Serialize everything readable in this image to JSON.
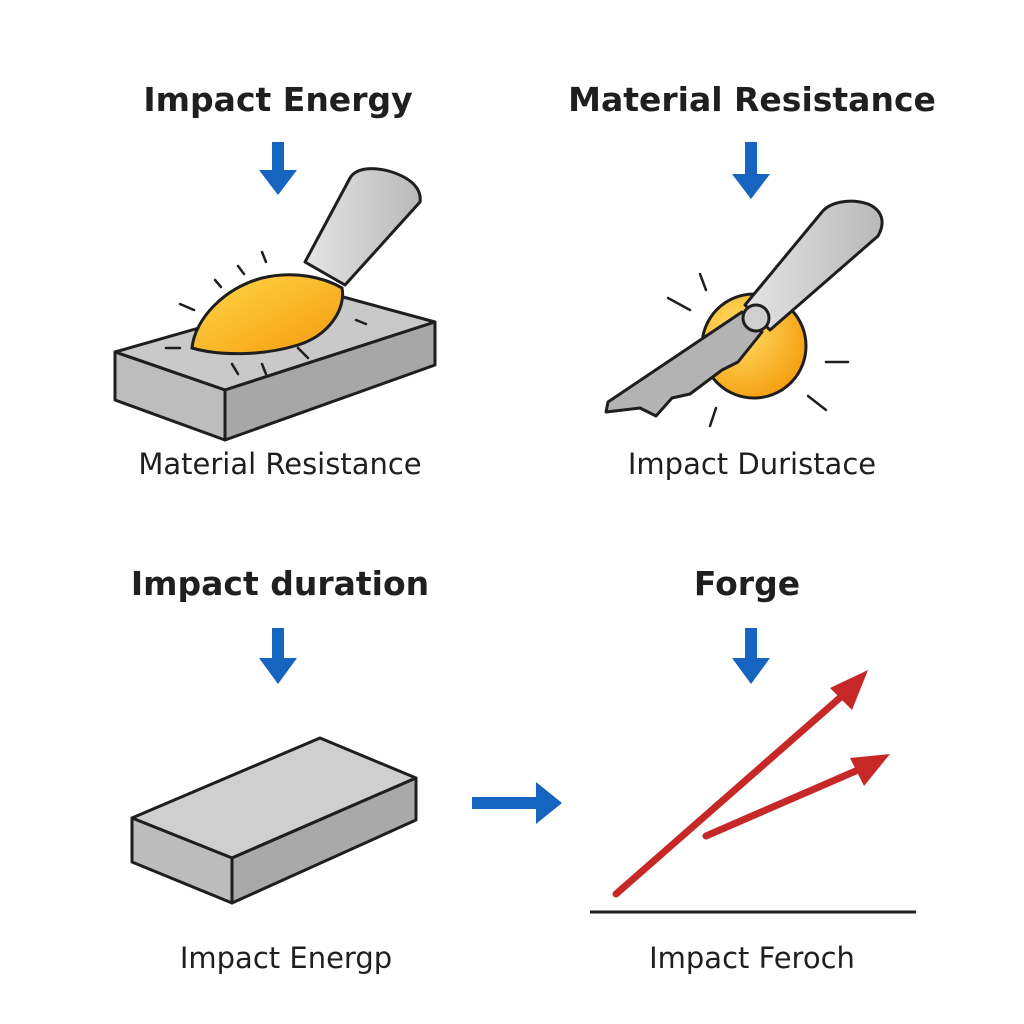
{
  "panels": [
    {
      "title": "Impact Energy",
      "caption": "Material Resistance"
    },
    {
      "title": "Material Resistance",
      "caption": "Impact Duristace"
    },
    {
      "title": "Impact duration",
      "caption": "Impact Energp"
    },
    {
      "title": "Forge",
      "caption": "Impact Feroch"
    }
  ],
  "colors": {
    "arrow_blue": "#1565c0",
    "arrow_red": "#c62828",
    "blob_yellow": "#ffc21a",
    "blob_orange": "#f59a0c",
    "block_gray": "#c6c6c6",
    "outline": "#1e1e1e"
  },
  "icons": [
    "down-arrow-icon",
    "right-arrow-icon",
    "hammer-icon",
    "knife-icon"
  ]
}
